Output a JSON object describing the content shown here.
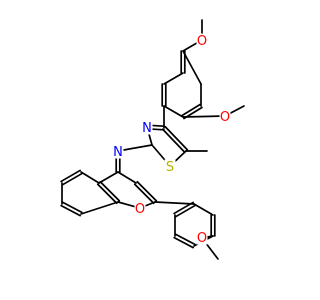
{
  "molecule": {
    "atom_labels": {
      "o_top": "O",
      "o_right": "O",
      "n_thiazole": "N",
      "s_thiazole": "S",
      "n_imine": "N",
      "o_chromene": "O",
      "o_bottom": "O"
    },
    "colors": {
      "bond": "#000000",
      "oxygen": "#ff0000",
      "nitrogen": "#0000ff",
      "sulfur": "#b3b300",
      "background": "#ffffff"
    }
  }
}
